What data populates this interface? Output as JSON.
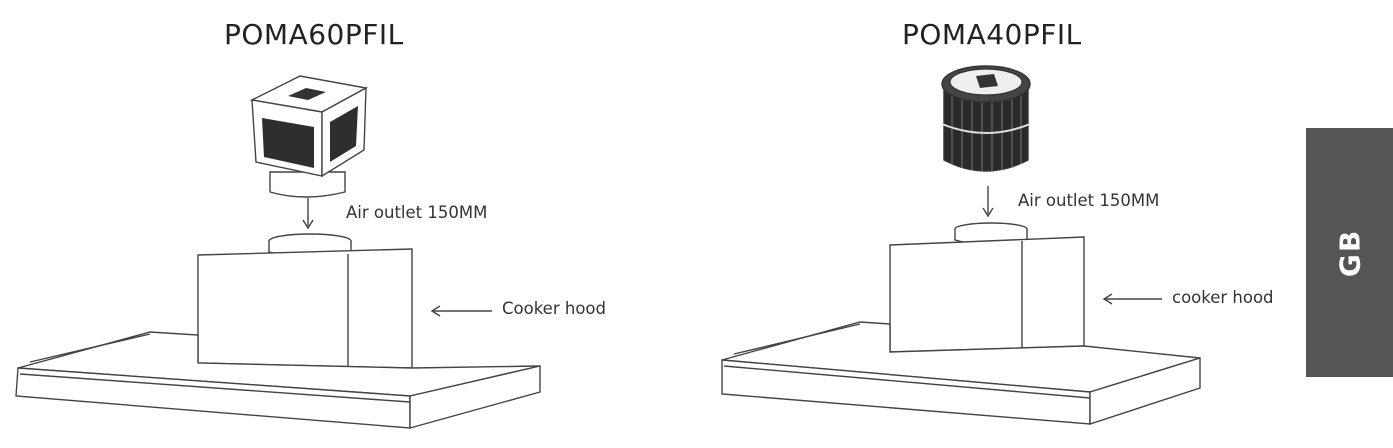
{
  "left": {
    "model": "POMA60PFIL",
    "outlet_label": "Air outlet 150MM",
    "hood_label": "Cooker hood"
  },
  "right": {
    "model": "POMA40PFIL",
    "outlet_label": "Air outlet 150MM",
    "hood_label": "cooker hood"
  },
  "side_tab": {
    "text": "GB",
    "color": "#555555"
  },
  "icons": [
    "square-carbon-filter-icon",
    "round-carbon-filter-icon",
    "cooker-hood-icon",
    "arrow-icon"
  ]
}
